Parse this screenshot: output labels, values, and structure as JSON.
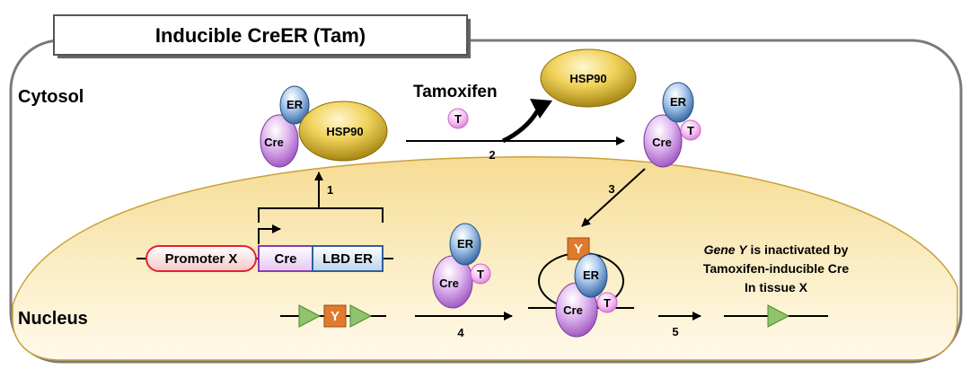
{
  "title": "Inducible CreER (Tam)",
  "compartments": {
    "cytosol": "Cytosol",
    "nucleus": "Nucleus"
  },
  "drug": {
    "name": "Tamoxifen",
    "symbol": "T"
  },
  "proteins": {
    "cre": "Cre",
    "er": "ER",
    "hsp90": "HSP90"
  },
  "construct": {
    "promoter": "Promoter X",
    "cre": "Cre",
    "lbd": "LBD ER"
  },
  "gene_marker": "Y",
  "steps": [
    "1",
    "2",
    "3",
    "4",
    "5"
  ],
  "note": {
    "line1_italic": "Gene Y",
    "line1_rest": " is inactivated by",
    "line2": "Tamoxifen-inducible Cre",
    "line3": "In tissue X"
  },
  "colors": {
    "cre": "#b06ad0",
    "er": "#3a74b8",
    "hsp90": "#c9a21a",
    "tamoxifen": "#f2a8ef",
    "promoter": "#e8202c",
    "loxp": "#79b35a",
    "gene_y": "#e07a2c",
    "nucleus": "#f8e3a5"
  }
}
